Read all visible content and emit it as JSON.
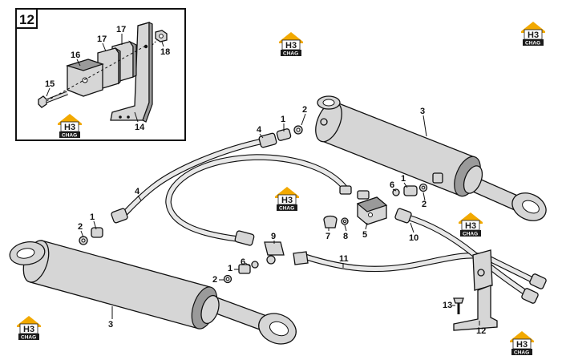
{
  "inset": {
    "number": "12"
  },
  "watermark": {
    "brand_top": "H3",
    "brand_bottom": "CHAG",
    "roof_color": "#f2a900",
    "text_color": "#1a1a1a"
  },
  "callouts": {
    "c1a": "1",
    "c1b": "1",
    "c1c": "1",
    "c1d": "1",
    "c2a": "2",
    "c2b": "2",
    "c2c": "2",
    "c2d": "2",
    "c3a": "3",
    "c3b": "3",
    "c4a": "4",
    "c4b": "4",
    "c5": "5",
    "c6a": "6",
    "c6b": "6",
    "c7": "7",
    "c8": "8",
    "c9": "9",
    "c10": "10",
    "c11": "11",
    "c12": "12",
    "c13": "13",
    "c14": "14",
    "c15": "15",
    "c16": "16",
    "c17a": "17",
    "c17b": "17",
    "c18": "18"
  }
}
